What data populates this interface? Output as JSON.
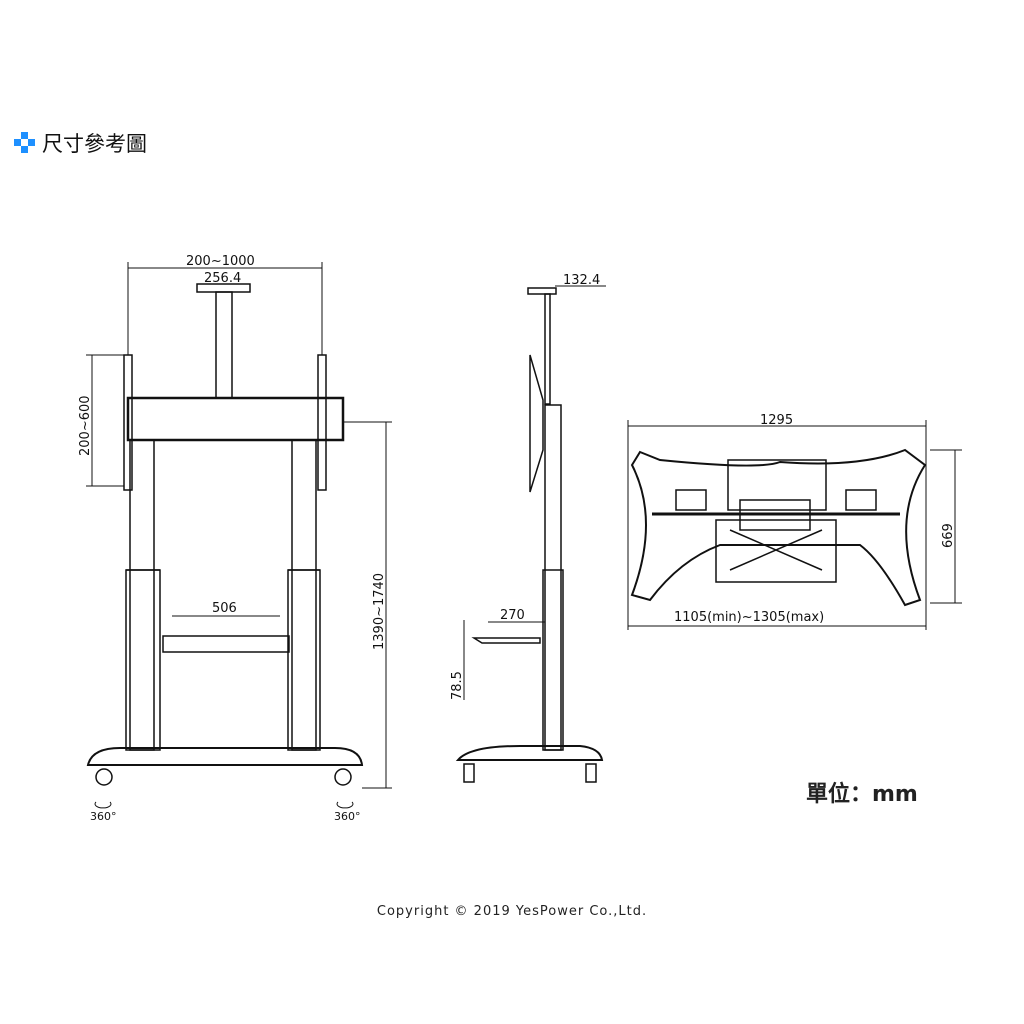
{
  "header": {
    "title": "尺寸參考圖",
    "icon": "blue-cross-icon",
    "accent": "#1e90ff"
  },
  "front_view": {
    "width": "200~1000",
    "mount_bar": "256.4",
    "vesa_height": "200~600",
    "height": "1390~1740",
    "shelf": "506",
    "rotation_left": "360°",
    "rotation_right": "360°"
  },
  "side_view": {
    "mount_depth": "132.4",
    "shelf_depth": "270",
    "shelf_height": "78.5"
  },
  "top_view": {
    "width": "1295",
    "depth": "669",
    "base_width": "1105(min)~1305(max)"
  },
  "unit_label": "單位：mm",
  "copyright": "Copyright © 2019 YesPower Co.,Ltd."
}
